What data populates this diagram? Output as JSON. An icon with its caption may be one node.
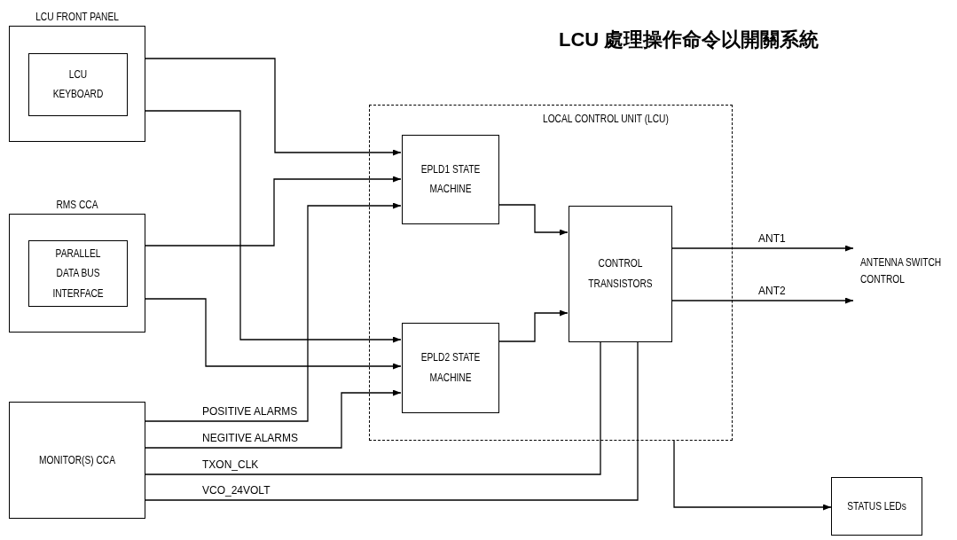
{
  "diagram": {
    "title": "LCU 處理操作命令以開關系統",
    "nodes": [
      {
        "text": [
          "LCU FRONT PANEL"
        ]
      },
      {
        "text": [
          "LCU KEYBOARD"
        ],
        "in": 0
      },
      {
        "text": [
          "RMS CCA"
        ]
      },
      {
        "text": [
          "PARALLEL DATA BUS INTERFACE"
        ],
        "in": 2
      },
      {
        "text": [
          "MONITOR(S) CCA"
        ]
      },
      {
        "text": [
          "LOCAL CONTROL UNIT (LCU)"
        ]
      },
      {
        "text": [
          "EPLD1 STATE MACHINE"
        ],
        "in": 5
      },
      {
        "text": [
          "EPLD2 STATE MACHINE"
        ],
        "in": 5
      },
      {
        "text": [
          "CONTROL TRANSISTORS"
        ],
        "in": 5
      },
      {
        "text": [
          "ANTENNA SWITCH CONTROL"
        ]
      },
      {
        "text": [
          "STATUS LEDs"
        ]
      }
    ],
    "edges": [
      {
        "from": 0,
        "to": 6,
        "arrow": "to"
      },
      {
        "from": 0,
        "to": 7,
        "arrow": "to"
      },
      {
        "from": 2,
        "to": 6,
        "arrow": "to"
      },
      {
        "from": 2,
        "to": 7,
        "arrow": "to"
      },
      {
        "from": 4,
        "to": 6,
        "arrow": "to",
        "label": "POSITIVE ALARMS"
      },
      {
        "from": 4,
        "to": 7,
        "arrow": "to",
        "label": "NEGITIVE ALARMS"
      },
      {
        "from": 4,
        "to": 8,
        "arrow": "none",
        "label": "TXON_CLK"
      },
      {
        "from": 4,
        "to": 8,
        "arrow": "none",
        "label": "VCO_24VOLT"
      },
      {
        "from": 6,
        "to": 8,
        "arrow": "to"
      },
      {
        "from": 7,
        "to": 8,
        "arrow": "to"
      },
      {
        "from": 8,
        "to": 9,
        "arrow": "to",
        "label": "ANT1"
      },
      {
        "from": 8,
        "to": 9,
        "arrow": "to",
        "label": "ANT2"
      },
      {
        "from": 5,
        "to": 10,
        "arrow": "to"
      }
    ]
  }
}
